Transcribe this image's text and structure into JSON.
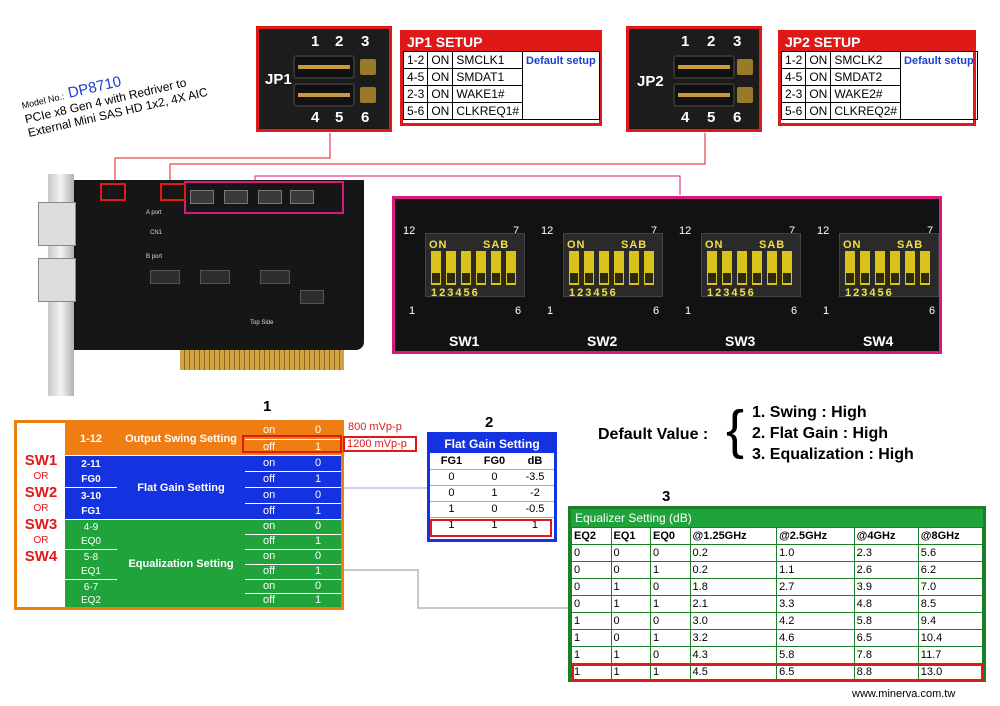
{
  "model": {
    "prefix": "Model No.:",
    "number": "DP8710",
    "line1": "PCIe x8 Gen 4 with Redriver to",
    "line2": "External Mini SAS HD 1x2, 4X AIC"
  },
  "jp1": {
    "label": "JP1",
    "pins_top": [
      "1",
      "2",
      "3"
    ],
    "pins_bottom": [
      "4",
      "5",
      "6"
    ],
    "title": "JP1 SETUP",
    "default_label": "Default setup",
    "rows": [
      {
        "pins": "1-2",
        "state": "ON",
        "signal": "SMCLK1"
      },
      {
        "pins": "4-5",
        "state": "ON",
        "signal": "SMDAT1"
      },
      {
        "pins": "2-3",
        "state": "ON",
        "signal": "WAKE1#"
      },
      {
        "pins": "5-6",
        "state": "ON",
        "signal": "CLKREQ1#"
      }
    ]
  },
  "jp2": {
    "label": "JP2",
    "pins_top": [
      "1",
      "2",
      "3"
    ],
    "pins_bottom": [
      "4",
      "5",
      "6"
    ],
    "title": "JP2 SETUP",
    "default_label": "Default setup",
    "rows": [
      {
        "pins": "1-2",
        "state": "ON",
        "signal": "SMCLK2"
      },
      {
        "pins": "4-5",
        "state": "ON",
        "signal": "SMDAT2"
      },
      {
        "pins": "2-3",
        "state": "ON",
        "signal": "WAKE2#"
      },
      {
        "pins": "5-6",
        "state": "ON",
        "signal": "CLKREQ2#"
      }
    ]
  },
  "card": {
    "port_a": "A port",
    "port_b": "B port",
    "cn1": "CN1",
    "silk": "Top Side"
  },
  "switches": [
    {
      "name": "SW1",
      "left_top": "12",
      "right_top": "7",
      "left_bot": "1",
      "right_bot": "6",
      "on": "ON",
      "sab": "SAB",
      "digits": "123456"
    },
    {
      "name": "SW2",
      "left_top": "12",
      "right_top": "7",
      "left_bot": "1",
      "right_bot": "6",
      "on": "ON",
      "sab": "SAB",
      "digits": "123456"
    },
    {
      "name": "SW3",
      "left_top": "12",
      "right_top": "7",
      "left_bot": "1",
      "right_bot": "6",
      "on": "ON",
      "sab": "SAB",
      "digits": "123456"
    },
    {
      "name": "SW4",
      "left_top": "12",
      "right_top": "7",
      "left_bot": "1",
      "right_bot": "6",
      "on": "ON",
      "sab": "SAB",
      "digits": "123456"
    }
  ],
  "defaults": {
    "label": "Default Value :",
    "items": [
      "1. Swing : High",
      "2. Flat Gain : High",
      "3. Equalization : High"
    ]
  },
  "section_numbers": [
    "1",
    "2",
    "3"
  ],
  "sw_table": {
    "sw_names": [
      "SW1",
      "OR",
      "SW2",
      "OR",
      "SW3",
      "OR",
      "SW4"
    ],
    "swing": {
      "pins": "1-12",
      "label": "Output Swing Setting",
      "rows": [
        {
          "state": "on",
          "val": "0",
          "note": "800 mVp-p"
        },
        {
          "state": "off",
          "val": "1",
          "note": "1200 mVp-p"
        }
      ]
    },
    "flat": {
      "pins": [
        "2-11\nFG0",
        "3-10\nFG1"
      ],
      "pins_a": "2-11",
      "sig_a": "FG0",
      "pins_b": "3-10",
      "sig_b": "FG1",
      "label": "Flat Gain Setting",
      "rows": [
        {
          "state": "on",
          "val": "0"
        },
        {
          "state": "off",
          "val": "1"
        },
        {
          "state": "on",
          "val": "0"
        },
        {
          "state": "off",
          "val": "1"
        }
      ]
    },
    "eq": {
      "pins_a": "4-9",
      "sig_a": "EQ0",
      "pins_b": "5-8",
      "sig_b": "EQ1",
      "pins_c": "6-7",
      "sig_c": "EQ2",
      "label": "Equalization Setting",
      "rows": [
        {
          "state": "on",
          "val": "0"
        },
        {
          "state": "off",
          "val": "1"
        },
        {
          "state": "on",
          "val": "0"
        },
        {
          "state": "off",
          "val": "1"
        },
        {
          "state": "on",
          "val": "0"
        },
        {
          "state": "off",
          "val": "1"
        }
      ]
    }
  },
  "flat_gain": {
    "title": "Flat Gain Setting",
    "headers": [
      "FG1",
      "FG0",
      "dB"
    ],
    "rows": [
      [
        "0",
        "0",
        "-3.5"
      ],
      [
        "0",
        "1",
        "-2"
      ],
      [
        "1",
        "0",
        "-0.5"
      ],
      [
        "1",
        "1",
        "1"
      ]
    ]
  },
  "equalizer": {
    "title": "Equalizer Setting (dB)",
    "headers": [
      "EQ2",
      "EQ1",
      "EQ0",
      "@1.25GHz",
      "@2.5GHz",
      "@4GHz",
      "@8GHz"
    ],
    "rows": [
      [
        "0",
        "0",
        "0",
        "0.2",
        "1.0",
        "2.3",
        "5.6"
      ],
      [
        "0",
        "0",
        "1",
        "0.2",
        "1.1",
        "2.6",
        "6.2"
      ],
      [
        "0",
        "1",
        "0",
        "1.8",
        "2.7",
        "3.9",
        "7.0"
      ],
      [
        "0",
        "1",
        "1",
        "2.1",
        "3.3",
        "4.8",
        "8.5"
      ],
      [
        "1",
        "0",
        "0",
        "3.0",
        "4.2",
        "5.8",
        "9.4"
      ],
      [
        "1",
        "0",
        "1",
        "3.2",
        "4.6",
        "6.5",
        "10.4"
      ],
      [
        "1",
        "1",
        "0",
        "4.3",
        "5.8",
        "7.8",
        "11.7"
      ],
      [
        "1",
        "1",
        "1",
        "4.5",
        "6.5",
        "8.8",
        "13.0"
      ]
    ]
  },
  "website": "www.minerva.com.tw",
  "colors": {
    "red": "#e01818",
    "orange": "#f07d12",
    "blue": "#1432e0",
    "green": "#1fa33a",
    "magenta": "#d81b7a"
  }
}
